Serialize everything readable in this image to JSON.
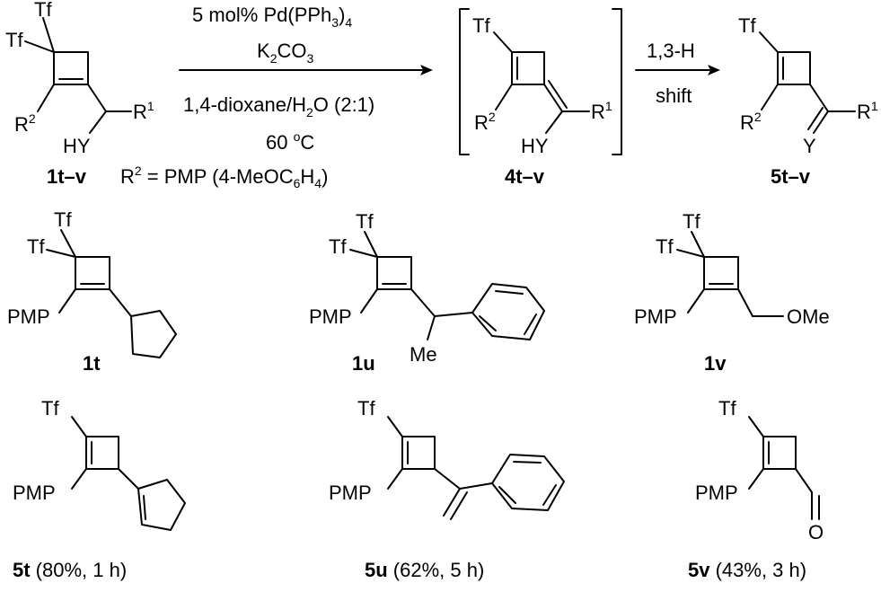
{
  "labels": {
    "tf": "Tf",
    "r1": "R",
    "r1_sup": "1",
    "r2": "R",
    "r2_sup": "2",
    "hy": "HY",
    "y": "Y",
    "pmp": "PMP",
    "me": "Me",
    "ome": "OMe",
    "o": "O"
  },
  "conditions": {
    "line1_a": "5 mol% Pd(PPh",
    "line1_sub": "3",
    "line1_b": ")",
    "line1_sub2": "4",
    "line2_a": "K",
    "line2_sub": "2",
    "line2_b": "CO",
    "line2_sub2": "3",
    "line3": "1,4-dioxane/H",
    "line3_sub": "2",
    "line3_b": "O (2:1)",
    "line4": "60 ",
    "line4_sup": "o",
    "line4_b": "C"
  },
  "shift": {
    "line1": "1,3-H",
    "line2": "shift"
  },
  "r2_definition": {
    "a": "R",
    "sup": "2",
    "b": " = PMP (4-MeOC",
    "sub": "6",
    "c": "H",
    "sub2": "4",
    "d": ")"
  },
  "compounds": {
    "start": "1t–v",
    "intermediate": "4t–v",
    "product": "5t–v",
    "s1": "1t",
    "s2": "1u",
    "s3": "1v",
    "p1_id": "5t",
    "p1_yield": " (80%, 1 h)",
    "p2_id": "5u",
    "p2_yield": " (62%, 5 h)",
    "p3_id": "5v",
    "p3_yield": " (43%, 3 h)"
  }
}
